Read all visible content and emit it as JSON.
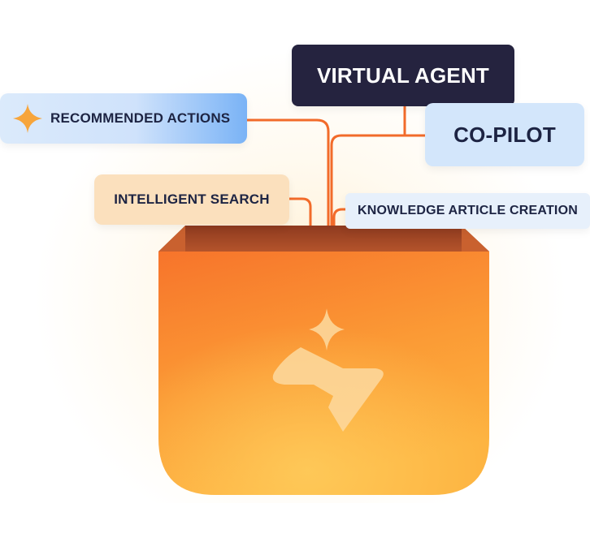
{
  "labels": {
    "virtual_agent": "VIRTUAL AGENT",
    "co_pilot": "CO-PILOT",
    "recommended_actions": "RECOMMENDED ACTIONS",
    "intelligent_search": "INTELLIGENT SEARCH",
    "knowledge_article_creation": "KNOWLEDGE ARTICLE CREATION"
  },
  "icons": {
    "recommended_actions": "sparkle-icon",
    "box_logo": "lightning-sparkle-logo-icon"
  },
  "colors": {
    "connector": "#f26b2a",
    "box_orange": "#f98a2c",
    "box_light": "#ffc24d",
    "virtual_agent_bg": "#25233f",
    "co_pilot_bg": "#d3e6fb",
    "intelligent_search_bg": "#fbe0bd",
    "knowledge_bg": "#e7f0fb"
  }
}
